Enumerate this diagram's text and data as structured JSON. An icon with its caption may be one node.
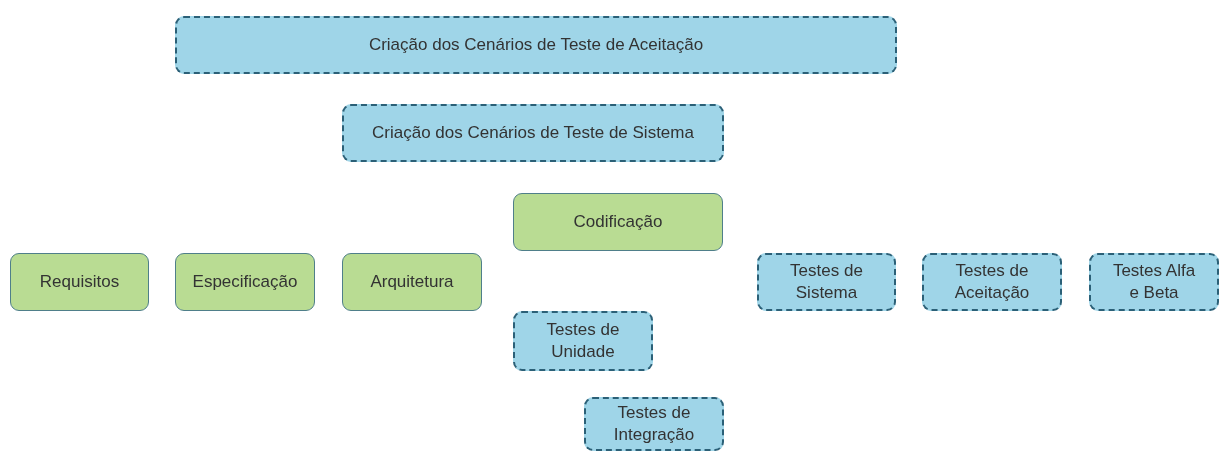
{
  "diagram": {
    "nodes": [
      {
        "text": [
          "Criação dos Cenários de Teste de Aceitação"
        ]
      },
      {
        "text": [
          "Criação dos Cenários de Teste de Sistema"
        ]
      },
      {
        "text": [
          "Codificação"
        ]
      },
      {
        "text": [
          "Requisitos"
        ]
      },
      {
        "text": [
          "Especificação"
        ]
      },
      {
        "text": [
          "Arquitetura"
        ]
      },
      {
        "text": [
          "Testes de Sistema"
        ]
      },
      {
        "text": [
          "Testes de Aceitação"
        ]
      },
      {
        "text": [
          "Testes Alfa e Beta"
        ]
      },
      {
        "text": [
          "Testes de Unidade"
        ]
      },
      {
        "text": [
          "Testes de Integração"
        ]
      }
    ],
    "edges": []
  }
}
